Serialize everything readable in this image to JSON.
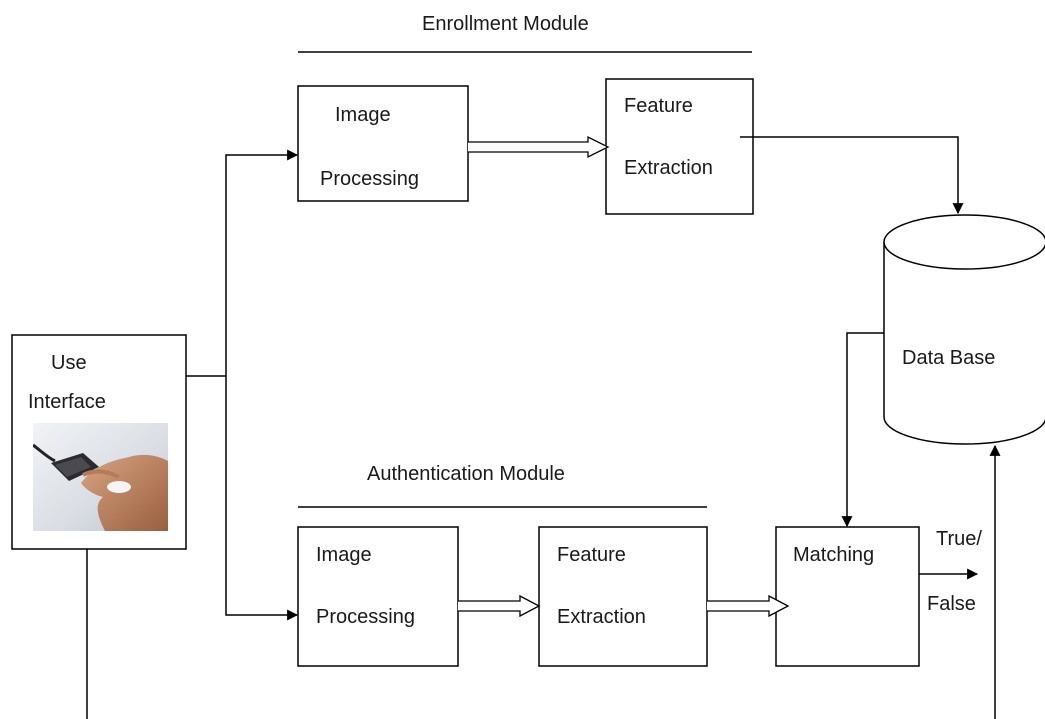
{
  "enrollment": {
    "title": "Enrollment Module",
    "image_processing": {
      "line1": "Image",
      "line2": "Processing"
    },
    "feature_extraction": {
      "line1": "Feature",
      "line2": "Extraction"
    }
  },
  "database": {
    "label": "Data Base"
  },
  "user_interface": {
    "line1": "Use",
    "line2": "Interface",
    "image_icon": "fingerprint-scanner-photo"
  },
  "authentication": {
    "title": "Authentication Module",
    "image_processing": {
      "line1": "Image",
      "line2": "Processing"
    },
    "feature_extraction": {
      "line1": "Feature",
      "line2": "Extraction"
    },
    "matching": {
      "label": "Matching"
    },
    "result": {
      "line1": "True/",
      "line2": "False"
    }
  }
}
